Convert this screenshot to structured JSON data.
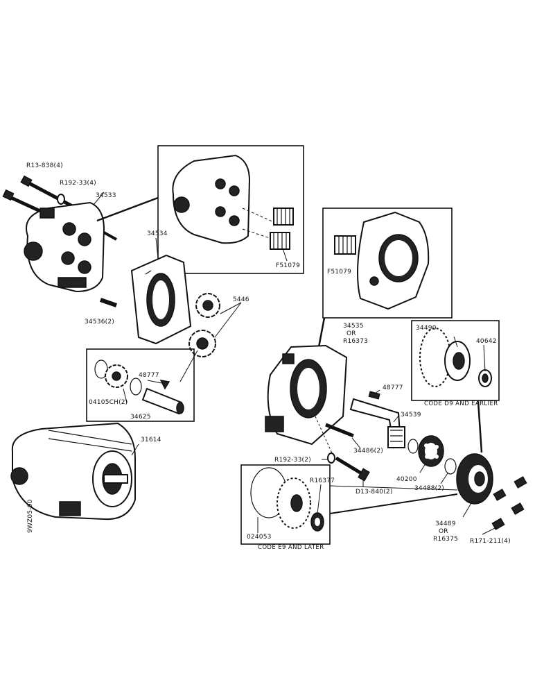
{
  "labels": {
    "r13_838": "R13-838(4)",
    "r192_33_top": "R192-33(4)",
    "p34533": "34533",
    "f51079_left": "F51079",
    "p34534": "34534",
    "p34536": "34536(2)",
    "p5446": "5446",
    "p48777_left": "48777",
    "p04105ch": "04105CH(2)",
    "p34625": "34625",
    "p31614": "31614",
    "side_code": "9WZ05-90",
    "f51079_right": "F51079",
    "p34535": "34535",
    "or_1": "OR",
    "r16373": "R16373",
    "p34490": "34490",
    "p40642": "40642",
    "code_d9": "CODE D9 AND EARLIER",
    "p48777_right": "48777",
    "p34539": "34539",
    "p34486": "34486(2)",
    "r192_33_bottom": "R192-33(2)",
    "p40200": "40200",
    "p34488": "34488(2)",
    "d13_840": "D13-840(2)",
    "r16377": "R16377",
    "p024053": "024053",
    "code_e9": "CODE E9 AND LATER",
    "p34489": "34489",
    "or_2": "OR",
    "r16375": "R16375",
    "r171_211": "R171-211(4)"
  }
}
